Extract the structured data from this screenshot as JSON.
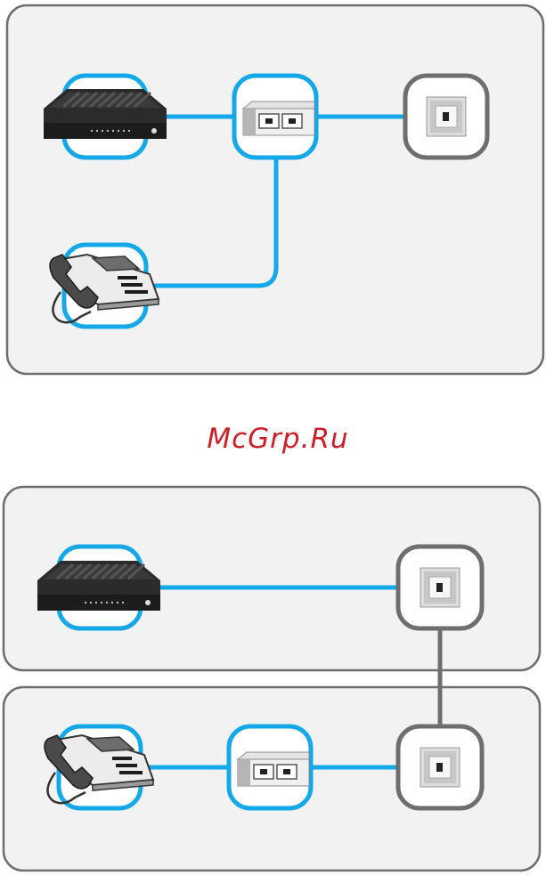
{
  "watermark": {
    "text": "McGrp.Ru",
    "color": "#cc1f28"
  },
  "colors": {
    "cable": "#14a8e8",
    "panel_fill": "#f2f2f3",
    "panel_border": "#6e6e6e",
    "wall_socket_ring": "#6e6e6e",
    "device_ring": "#14a8e8"
  },
  "diagram_1": {
    "devices": [
      {
        "id": "modem",
        "icon": "modem-icon",
        "ring": "device"
      },
      {
        "id": "splitter",
        "icon": "splitter-icon",
        "ring": "device"
      },
      {
        "id": "wall-socket",
        "icon": "wall-socket-icon",
        "ring": "socket"
      },
      {
        "id": "telephone",
        "icon": "telephone-icon",
        "ring": "device"
      }
    ],
    "connections": [
      [
        "modem",
        "splitter"
      ],
      [
        "splitter",
        "wall-socket"
      ],
      [
        "splitter",
        "telephone"
      ]
    ]
  },
  "diagram_2": {
    "rooms": [
      {
        "id": "room-upper",
        "devices": [
          "modem",
          "wall-socket"
        ]
      },
      {
        "id": "room-lower",
        "devices": [
          "telephone",
          "splitter",
          "wall-socket"
        ]
      }
    ],
    "connections": [
      [
        "modem",
        "wall-socket-upper"
      ],
      [
        "wall-socket-upper",
        "wall-socket-lower"
      ],
      [
        "telephone",
        "splitter"
      ],
      [
        "splitter",
        "wall-socket-lower"
      ]
    ]
  }
}
